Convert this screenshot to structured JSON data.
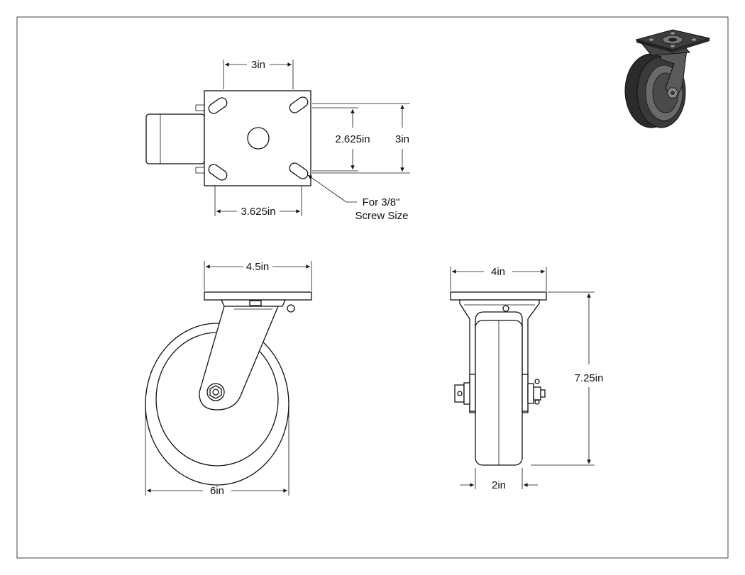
{
  "drawing": {
    "top_view": {
      "dim_bolt_spacing_width": "3in",
      "dim_bolt_spacing_height": "2.625in",
      "dim_plate_height": "3in",
      "dim_plate_width": "3.625in",
      "note_line1": "For 3/8\"",
      "note_line2": "Screw Size"
    },
    "side_view": {
      "dim_plate_width": "4.5in",
      "dim_wheel_diameter": "6in"
    },
    "front_view": {
      "dim_plate_width": "4in",
      "dim_overall_height": "7.25in",
      "dim_wheel_width": "2in"
    }
  },
  "colors": {
    "line": "#111111",
    "render_dark": "#2b2b2b",
    "render_mid": "#5a5a5a",
    "render_light": "#9a9a9a"
  }
}
